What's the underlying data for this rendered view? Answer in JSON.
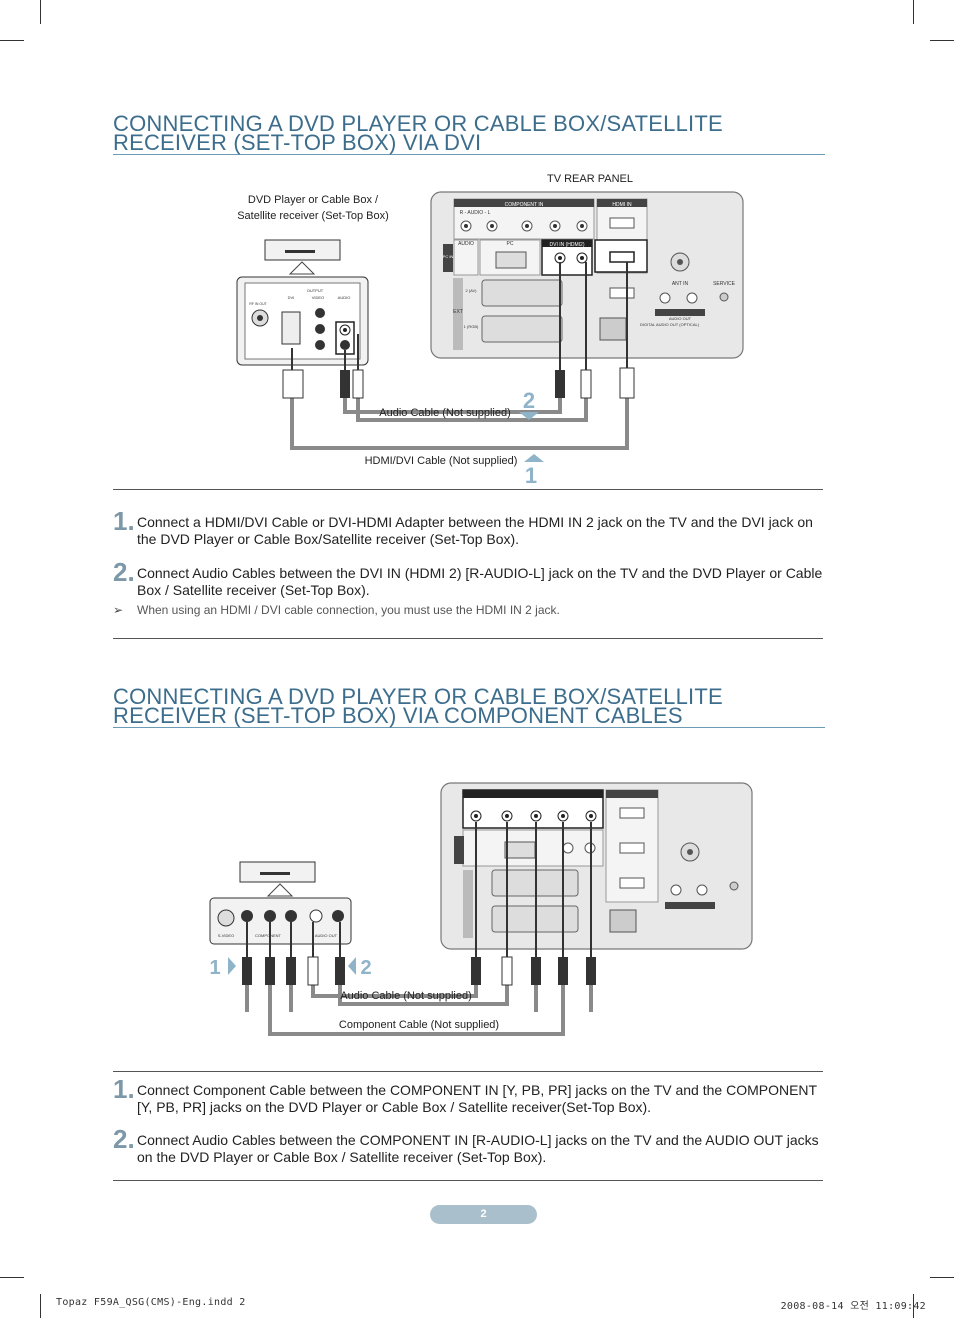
{
  "section1": {
    "title_line1": "CONNECTING A DVD PLAYER OR CABLE BOX/SATELLITE",
    "title_line2": "RECEIVER (SET-TOP BOX) VIA DVI",
    "diagram": {
      "tv_rear_panel_label": "TV REAR PANEL",
      "device_label_line1": "DVD Player or Cable Box /",
      "device_label_line2": "Satellite receiver (Set-Top Box)",
      "audio_cable_label": "Audio Cable (Not supplied)",
      "hdmi_cable_label": "HDMI/DVI Cable (Not supplied)",
      "marker_2": "2",
      "marker_1": "1",
      "panel": {
        "component_in": "COMPONENT IN",
        "hdmi_in": "HDMI IN",
        "audio": "AUDIO",
        "pc": "PC",
        "dvi_in": "DVI IN (HDMI2)",
        "pc_in": "PC IN",
        "ext": "EXT",
        "ext2": "2 (AV)",
        "ext1": "1 (RGB)",
        "ant_in": "ANT IN",
        "service": "SERVICE",
        "audio_out": "AUDIO OUT",
        "digital_audio_out": "DIGITAL AUDIO OUT (OPTICAL)",
        "r_audio_l": "R - AUDIO - L"
      },
      "device_panel": {
        "output": "OUTPUT",
        "rf_in": "RF IN OUT",
        "dvi": "DVI",
        "video": "VIDEO",
        "audio": "AUDIO"
      }
    },
    "steps": [
      {
        "num": "1.",
        "text": "Connect a HDMI/DVI Cable or DVI-HDMI Adapter between the HDMI IN 2 jack on the TV and the DVI jack on the DVD Player or Cable Box/Satellite receiver (Set-Top Box)."
      },
      {
        "num": "2.",
        "text": "Connect Audio Cables between the DVI IN (HDMI 2) [R-AUDIO-L] jack on the TV and the DVD Player or Cable Box / Satellite receiver (Set-Top Box)."
      }
    ],
    "note_symbol": "➢",
    "note": "When using an HDMI / DVI cable connection, you must use the HDMI IN 2 jack."
  },
  "section2": {
    "title_line1": "CONNECTING A DVD PLAYER OR CABLE BOX/SATELLITE",
    "title_line2": "RECEIVER (SET-TOP BOX) VIA COMPONENT CABLES",
    "diagram": {
      "audio_cable_label": "Audio Cable (Not supplied)",
      "component_cable_label": "Component Cable (Not supplied)",
      "marker_1": "1",
      "marker_2": "2",
      "device_panel": {
        "s_video": "S-VIDEO",
        "component": "COMPONENT",
        "audio_out": "AUDIO OUT"
      }
    },
    "steps": [
      {
        "num": "1.",
        "text": "Connect Component Cable between the COMPONENT IN [Y, PB, PR] jacks on the TV and the COMPONENT [Y, PB, PR] jacks on the DVD Player or Cable Box / Satellite receiver(Set-Top Box)."
      },
      {
        "num": "2.",
        "text": "Connect Audio Cables between the COMPONENT IN [R-AUDIO-L] jacks on the TV and the AUDIO OUT jacks on the DVD Player or Cable Box / Satellite receiver (Set-Top Box)."
      }
    ]
  },
  "page_number": "2",
  "footer_left": "Topaz F59A_QSG(CMS)-Eng.indd   2",
  "footer_right": "2008-08-14   오전 11:09:42",
  "colors": {
    "title": "#3d6d8c",
    "step_number": "#7d98a8",
    "panel_fill": "#e6e6e6",
    "cable": "#888888",
    "marker": "#8fb3c8",
    "page_badge": "#a9bfcc"
  }
}
